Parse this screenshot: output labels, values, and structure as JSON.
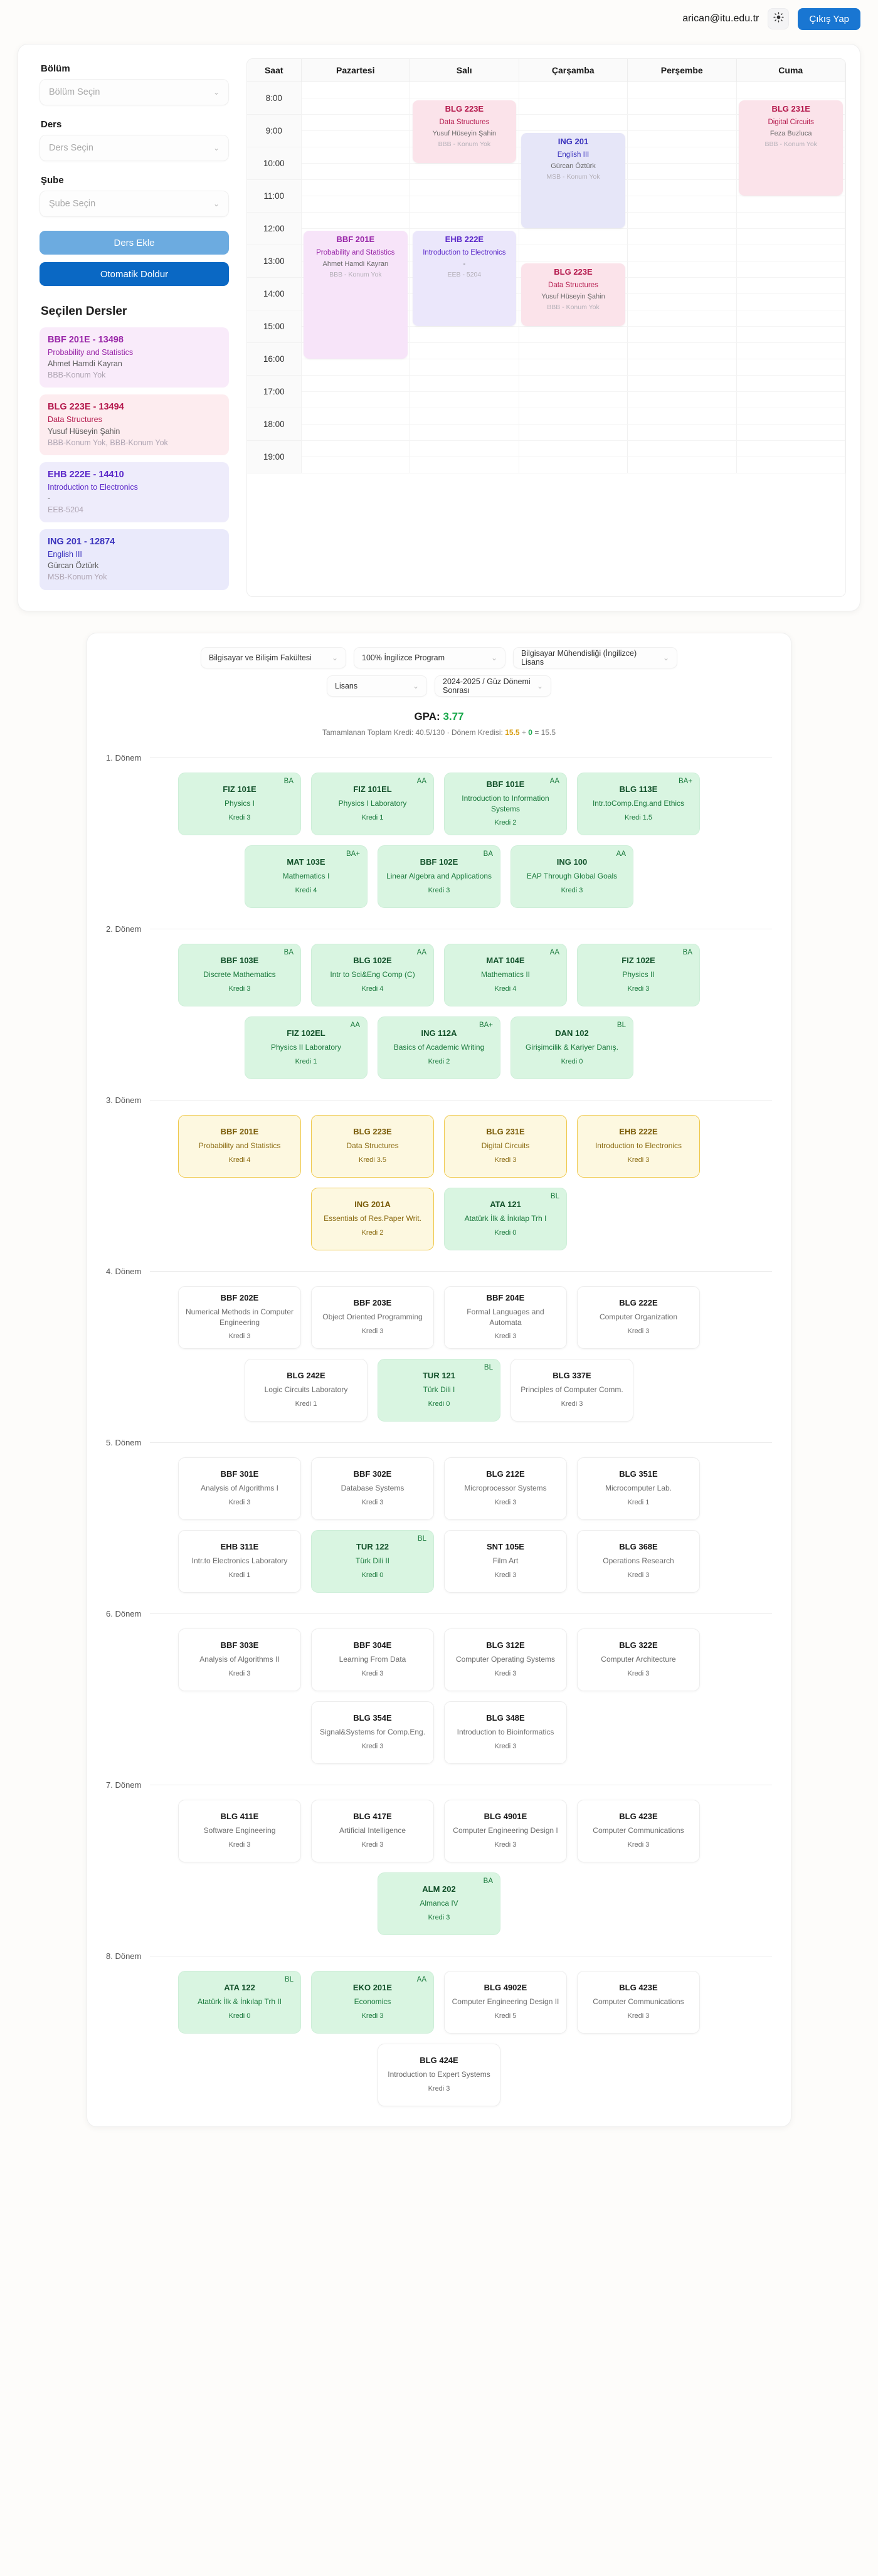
{
  "header": {
    "user_email": "arican@itu.edu.tr",
    "theme_icon": "sun-icon",
    "logout_label": "Çıkış Yap"
  },
  "sidebar": {
    "fields": [
      {
        "label": "Bölüm",
        "placeholder": "Bölüm Seçin"
      },
      {
        "label": "Ders",
        "placeholder": "Ders Seçin"
      },
      {
        "label": "Şube",
        "placeholder": "Şube Seçin"
      }
    ],
    "add_course_label": "Ders Ekle",
    "auto_fill_label": "Otomatik Doldur",
    "selected_title": "Seçilen Dersler",
    "selected": [
      {
        "code": "BBF 201E - 13498",
        "name": "Probability and Statistics",
        "instructor": "Ahmet Hamdi Kayran",
        "room": "BBB-Konum Yok",
        "bg": "#f9ebfa",
        "fg": "#9926a8"
      },
      {
        "code": "BLG 223E - 13494",
        "name": "Data Structures",
        "instructor": "Yusuf Hüseyin Şahin",
        "room": "BBB-Konum Yok, BBB-Konum Yok",
        "bg": "#fdecef",
        "fg": "#b4184c"
      },
      {
        "code": "EHB 222E - 14410",
        "name": "Introduction to Electronics",
        "instructor": "-",
        "room": "EEB-5204",
        "bg": "#eeecfb",
        "fg": "#5b28c9"
      },
      {
        "code": "ING 201 - 12874",
        "name": "English III",
        "instructor": "Gürcan Öztürk",
        "room": "MSB-Konum Yok",
        "bg": "#eaeafb",
        "fg": "#3a32bd"
      }
    ]
  },
  "schedule": {
    "columns": [
      "Saat",
      "Pazartesi",
      "Salı",
      "Çarşamba",
      "Perşembe",
      "Cuma"
    ],
    "hours": [
      "8:00",
      "9:00",
      "10:00",
      "11:00",
      "12:00",
      "13:00",
      "14:00",
      "15:00",
      "16:00",
      "17:00",
      "18:00",
      "19:00"
    ],
    "events": [
      {
        "code": "BLG 223E",
        "name": "Data Structures",
        "instructor": "Yusuf Hüseyin Şahin",
        "room": "BBB - Konum Yok",
        "day": 2,
        "start": "8:30",
        "end": "10:30",
        "bg": "#fbe3ea",
        "fg": "#b4184c"
      },
      {
        "code": "BLG 231E",
        "name": "Digital Circuits",
        "instructor": "Feza Buzluca",
        "room": "BBB - Konum Yok",
        "day": 5,
        "start": "8:30",
        "end": "11:30",
        "bg": "#fbe3ea",
        "fg": "#b4184c"
      },
      {
        "code": "ING 201",
        "name": "English III",
        "instructor": "Gürcan Öztürk",
        "room": "MSB - Konum Yok",
        "day": 3,
        "start": "9:30",
        "end": "12:30",
        "bg": "#e6e6f8",
        "fg": "#3a32bd"
      },
      {
        "code": "BBF 201E",
        "name": "Probability and Statistics",
        "instructor": "Ahmet Hamdi Kayran",
        "room": "BBB - Konum Yok",
        "day": 1,
        "start": "12:30",
        "end": "16:30",
        "bg": "#f7e4f9",
        "fg": "#9926a8"
      },
      {
        "code": "EHB 222E",
        "name": "Introduction to Electronics",
        "instructor": "-",
        "room": "EEB - 5204",
        "day": 2,
        "start": "12:30",
        "end": "15:30",
        "bg": "#ebe7fb",
        "fg": "#5b28c9"
      },
      {
        "code": "BLG 223E",
        "name": "Data Structures",
        "instructor": "Yusuf Hüseyin Şahin",
        "room": "BBB - Konum Yok",
        "day": 3,
        "start": "13:30",
        "end": "15:30",
        "bg": "#fbe3ea",
        "fg": "#b4184c"
      }
    ]
  },
  "transcript": {
    "filters_row1": [
      {
        "value": "Bilgisayar ve Bilişim Fakültesi"
      },
      {
        "value": "100% İngilizce Program"
      },
      {
        "value": "Bilgisayar Mühendisliği (İngilizce) Lisans"
      }
    ],
    "filters_row2": [
      {
        "value": "Lisans"
      },
      {
        "value": "2024-2025 / Güz Dönemi Sonrası"
      }
    ],
    "gpa_label": "GPA:",
    "gpa_value": "3.77",
    "credits_prefix": "Tamamlanan Toplam Kredi: 40.5/130  ·  Dönem Kredisi: ",
    "credits_current": "15.5",
    "credits_plus": " + ",
    "credits_extra": "0",
    "credits_suffix": " = 15.5",
    "kredi_label": "Kredi",
    "terms": [
      {
        "title": "1. Dönem",
        "rows": [
          [
            {
              "code": "FIZ 101E",
              "name": "Physics I",
              "kredi": "3",
              "grade": "BA",
              "style": "green"
            },
            {
              "code": "FIZ 101EL",
              "name": "Physics I Laboratory",
              "kredi": "1",
              "grade": "AA",
              "style": "green"
            },
            {
              "code": "BBF 101E",
              "name": "Introduction to Information Systems",
              "kredi": "2",
              "grade": "AA",
              "style": "green"
            },
            {
              "code": "BLG 113E",
              "name": "Intr.toComp.Eng.and Ethics",
              "kredi": "1.5",
              "grade": "BA+",
              "style": "green"
            }
          ],
          [
            {
              "code": "MAT 103E",
              "name": "Mathematics I",
              "kredi": "4",
              "grade": "BA+",
              "style": "green"
            },
            {
              "code": "BBF 102E",
              "name": "Linear Algebra and Applications",
              "kredi": "3",
              "grade": "BA",
              "style": "green"
            },
            {
              "code": "ING 100",
              "name": "EAP Through Global Goals",
              "kredi": "3",
              "grade": "AA",
              "style": "green"
            }
          ]
        ]
      },
      {
        "title": "2. Dönem",
        "rows": [
          [
            {
              "code": "BBF 103E",
              "name": "Discrete Mathematics",
              "kredi": "3",
              "grade": "BA",
              "style": "green"
            },
            {
              "code": "BLG 102E",
              "name": "Intr to Sci&Eng Comp (C)",
              "kredi": "4",
              "grade": "AA",
              "style": "green"
            },
            {
              "code": "MAT 104E",
              "name": "Mathematics II",
              "kredi": "4",
              "grade": "AA",
              "style": "green"
            },
            {
              "code": "FIZ 102E",
              "name": "Physics II",
              "kredi": "3",
              "grade": "BA",
              "style": "green"
            }
          ],
          [
            {
              "code": "FIZ 102EL",
              "name": "Physics II Laboratory",
              "kredi": "1",
              "grade": "AA",
              "style": "green"
            },
            {
              "code": "ING 112A",
              "name": "Basics of Academic Writing",
              "kredi": "2",
              "grade": "BA+",
              "style": "green"
            },
            {
              "code": "DAN 102",
              "name": "Girişimcilik & Kariyer Danış.",
              "kredi": "0",
              "grade": "BL",
              "style": "green"
            }
          ]
        ]
      },
      {
        "title": "3. Dönem",
        "rows": [
          [
            {
              "code": "BBF 201E",
              "name": "Probability and Statistics",
              "kredi": "4",
              "grade": "",
              "style": "yellow"
            },
            {
              "code": "BLG 223E",
              "name": "Data Structures",
              "kredi": "3.5",
              "grade": "",
              "style": "yellow"
            },
            {
              "code": "BLG 231E",
              "name": "Digital Circuits",
              "kredi": "3",
              "grade": "",
              "style": "yellow"
            },
            {
              "code": "EHB 222E",
              "name": "Introduction to Electronics",
              "kredi": "3",
              "grade": "",
              "style": "yellow"
            }
          ],
          [
            {
              "code": "ING 201A",
              "name": "Essentials of Res.Paper Writ.",
              "kredi": "2",
              "grade": "",
              "style": "yellow"
            },
            {
              "code": "ATA 121",
              "name": "Atatürk İlk & İnkılap Trh I",
              "kredi": "0",
              "grade": "BL",
              "style": "green"
            }
          ]
        ]
      },
      {
        "title": "4. Dönem",
        "rows": [
          [
            {
              "code": "BBF 202E",
              "name": "Numerical Methods in Computer Engineering",
              "kredi": "3",
              "grade": "",
              "style": "plain"
            },
            {
              "code": "BBF 203E",
              "name": "Object Oriented Programming",
              "kredi": "3",
              "grade": "",
              "style": "plain"
            },
            {
              "code": "BBF 204E",
              "name": "Formal Languages and Automata",
              "kredi": "3",
              "grade": "",
              "style": "plain"
            },
            {
              "code": "BLG 222E",
              "name": "Computer Organization",
              "kredi": "3",
              "grade": "",
              "style": "plain"
            }
          ],
          [
            {
              "code": "BLG 242E",
              "name": "Logic Circuits Laboratory",
              "kredi": "1",
              "grade": "",
              "style": "plain"
            },
            {
              "code": "TUR 121",
              "name": "Türk Dili I",
              "kredi": "0",
              "grade": "BL",
              "style": "green"
            },
            {
              "code": "BLG 337E",
              "name": "Principles of Computer Comm.",
              "kredi": "3",
              "grade": "",
              "style": "plain"
            }
          ]
        ]
      },
      {
        "title": "5. Dönem",
        "rows": [
          [
            {
              "code": "BBF 301E",
              "name": "Analysis of Algorithms I",
              "kredi": "3",
              "grade": "",
              "style": "plain"
            },
            {
              "code": "BBF 302E",
              "name": "Database Systems",
              "kredi": "3",
              "grade": "",
              "style": "plain"
            },
            {
              "code": "BLG 212E",
              "name": "Microprocessor Systems",
              "kredi": "3",
              "grade": "",
              "style": "plain"
            },
            {
              "code": "BLG 351E",
              "name": "Microcomputer Lab.",
              "kredi": "1",
              "grade": "",
              "style": "plain"
            }
          ],
          [
            {
              "code": "EHB 311E",
              "name": "Intr.to Electronics Laboratory",
              "kredi": "1",
              "grade": "",
              "style": "plain"
            },
            {
              "code": "TUR 122",
              "name": "Türk Dili II",
              "kredi": "0",
              "grade": "BL",
              "style": "green"
            },
            {
              "code": "SNT 105E",
              "name": "Film Art",
              "kredi": "3",
              "grade": "",
              "style": "plain"
            },
            {
              "code": "BLG 368E",
              "name": "Operations Research",
              "kredi": "3",
              "grade": "",
              "style": "plain"
            }
          ]
        ]
      },
      {
        "title": "6. Dönem",
        "rows": [
          [
            {
              "code": "BBF 303E",
              "name": "Analysis of Algorithms II",
              "kredi": "3",
              "grade": "",
              "style": "plain"
            },
            {
              "code": "BBF 304E",
              "name": "Learning From Data",
              "kredi": "3",
              "grade": "",
              "style": "plain"
            },
            {
              "code": "BLG 312E",
              "name": "Computer Operating Systems",
              "kredi": "3",
              "grade": "",
              "style": "plain"
            },
            {
              "code": "BLG 322E",
              "name": "Computer Architecture",
              "kredi": "3",
              "grade": "",
              "style": "plain"
            }
          ],
          [
            {
              "code": "BLG 354E",
              "name": "Signal&Systems for Comp.Eng.",
              "kredi": "3",
              "grade": "",
              "style": "plain"
            },
            {
              "code": "BLG 348E",
              "name": "Introduction to Bioinformatics",
              "kredi": "3",
              "grade": "",
              "style": "plain"
            }
          ]
        ]
      },
      {
        "title": "7. Dönem",
        "rows": [
          [
            {
              "code": "BLG 411E",
              "name": "Software Engineering",
              "kredi": "3",
              "grade": "",
              "style": "plain"
            },
            {
              "code": "BLG 417E",
              "name": "Artificial Intelligence",
              "kredi": "3",
              "grade": "",
              "style": "plain"
            },
            {
              "code": "BLG 4901E",
              "name": "Computer Engineering Design I",
              "kredi": "3",
              "grade": "",
              "style": "plain"
            },
            {
              "code": "BLG 423E",
              "name": "Computer Communications",
              "kredi": "3",
              "grade": "",
              "style": "plain"
            }
          ],
          [
            {
              "code": "ALM 202",
              "name": "Almanca IV",
              "kredi": "3",
              "grade": "BA",
              "style": "green"
            }
          ]
        ]
      },
      {
        "title": "8. Dönem",
        "rows": [
          [
            {
              "code": "ATA 122",
              "name": "Atatürk İlk & İnkılap Trh II",
              "kredi": "0",
              "grade": "BL",
              "style": "green"
            },
            {
              "code": "EKO 201E",
              "name": "Economics",
              "kredi": "3",
              "grade": "AA",
              "style": "green"
            },
            {
              "code": "BLG 4902E",
              "name": "Computer Engineering Design II",
              "kredi": "5",
              "grade": "",
              "style": "plain"
            },
            {
              "code": "BLG 423E",
              "name": "Computer Communications",
              "kredi": "3",
              "grade": "",
              "style": "plain"
            }
          ],
          [
            {
              "code": "BLG 424E",
              "name": "Introduction to Expert Systems",
              "kredi": "3",
              "grade": "",
              "style": "plain"
            }
          ]
        ]
      }
    ]
  }
}
